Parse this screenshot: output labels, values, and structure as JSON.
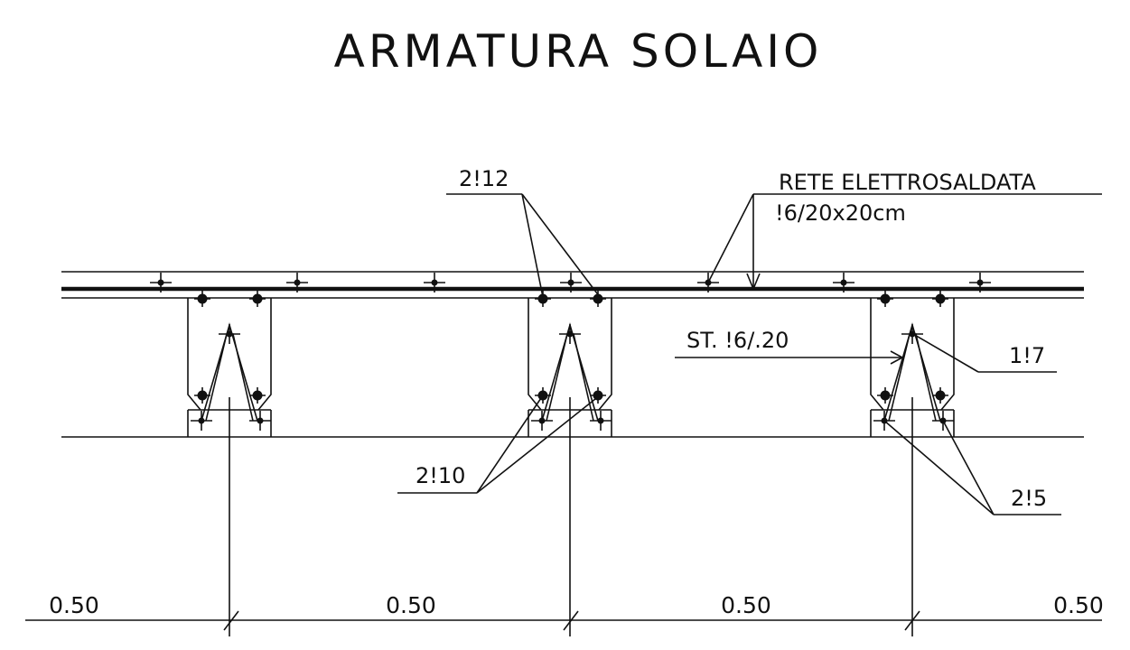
{
  "title": "ARMATURA SOLAIO",
  "labels": {
    "top_bars": "2!12",
    "mesh_line1": "RETE ELETTROSALDATA",
    "mesh_line2": "!6/20x20cm",
    "stirrups": "ST. !6/.20",
    "rib_bar": "1!7",
    "bottom_bars": "2!10",
    "base_bars": "2!5"
  },
  "dimensions": [
    "0.50",
    "0.50",
    "0.50",
    "0.50"
  ],
  "colors": {
    "ink": "#111111",
    "background": "#ffffff"
  }
}
